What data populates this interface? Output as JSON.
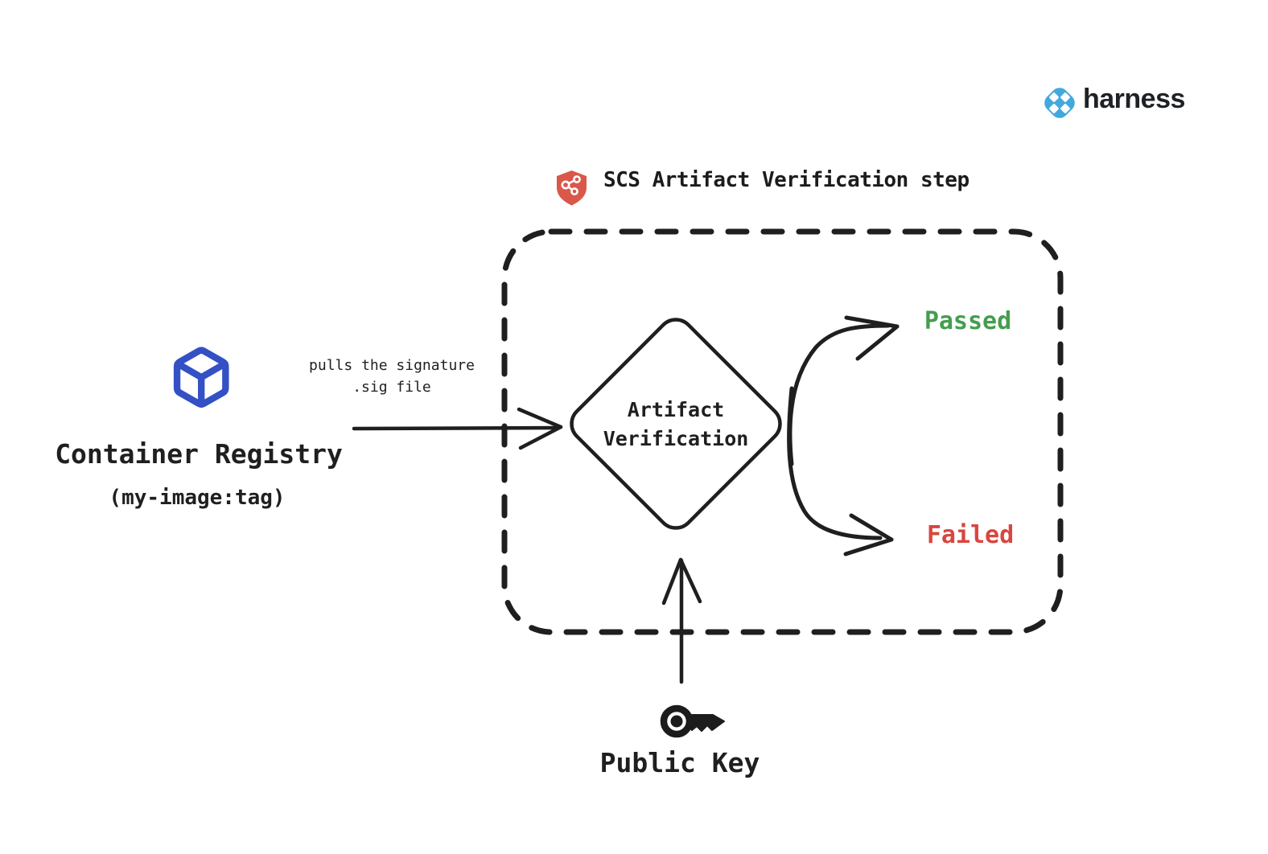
{
  "branding": {
    "logo_text": "harness"
  },
  "colors": {
    "ink": "#1f1f1f",
    "registry_blue": "#3350c5",
    "passed_green": "#449e4e",
    "failed_red": "#d8463e",
    "harness_blue": "#43a8dc",
    "shield_red": "#d9584a"
  },
  "diagram": {
    "step_title": "SCS Artifact Verification step",
    "source": {
      "label": "Container Registry",
      "sublabel": "(my-image:tag)",
      "icon": "cube-icon"
    },
    "pull_arrow": {
      "label_line1": "pulls the signature",
      "label_line2": ".sig file"
    },
    "decision": {
      "label_line1": "Artifact",
      "label_line2": "Verification"
    },
    "outcomes": {
      "passed": "Passed",
      "failed": "Failed"
    },
    "input": {
      "label": "Public Key",
      "icon": "key-icon"
    }
  }
}
